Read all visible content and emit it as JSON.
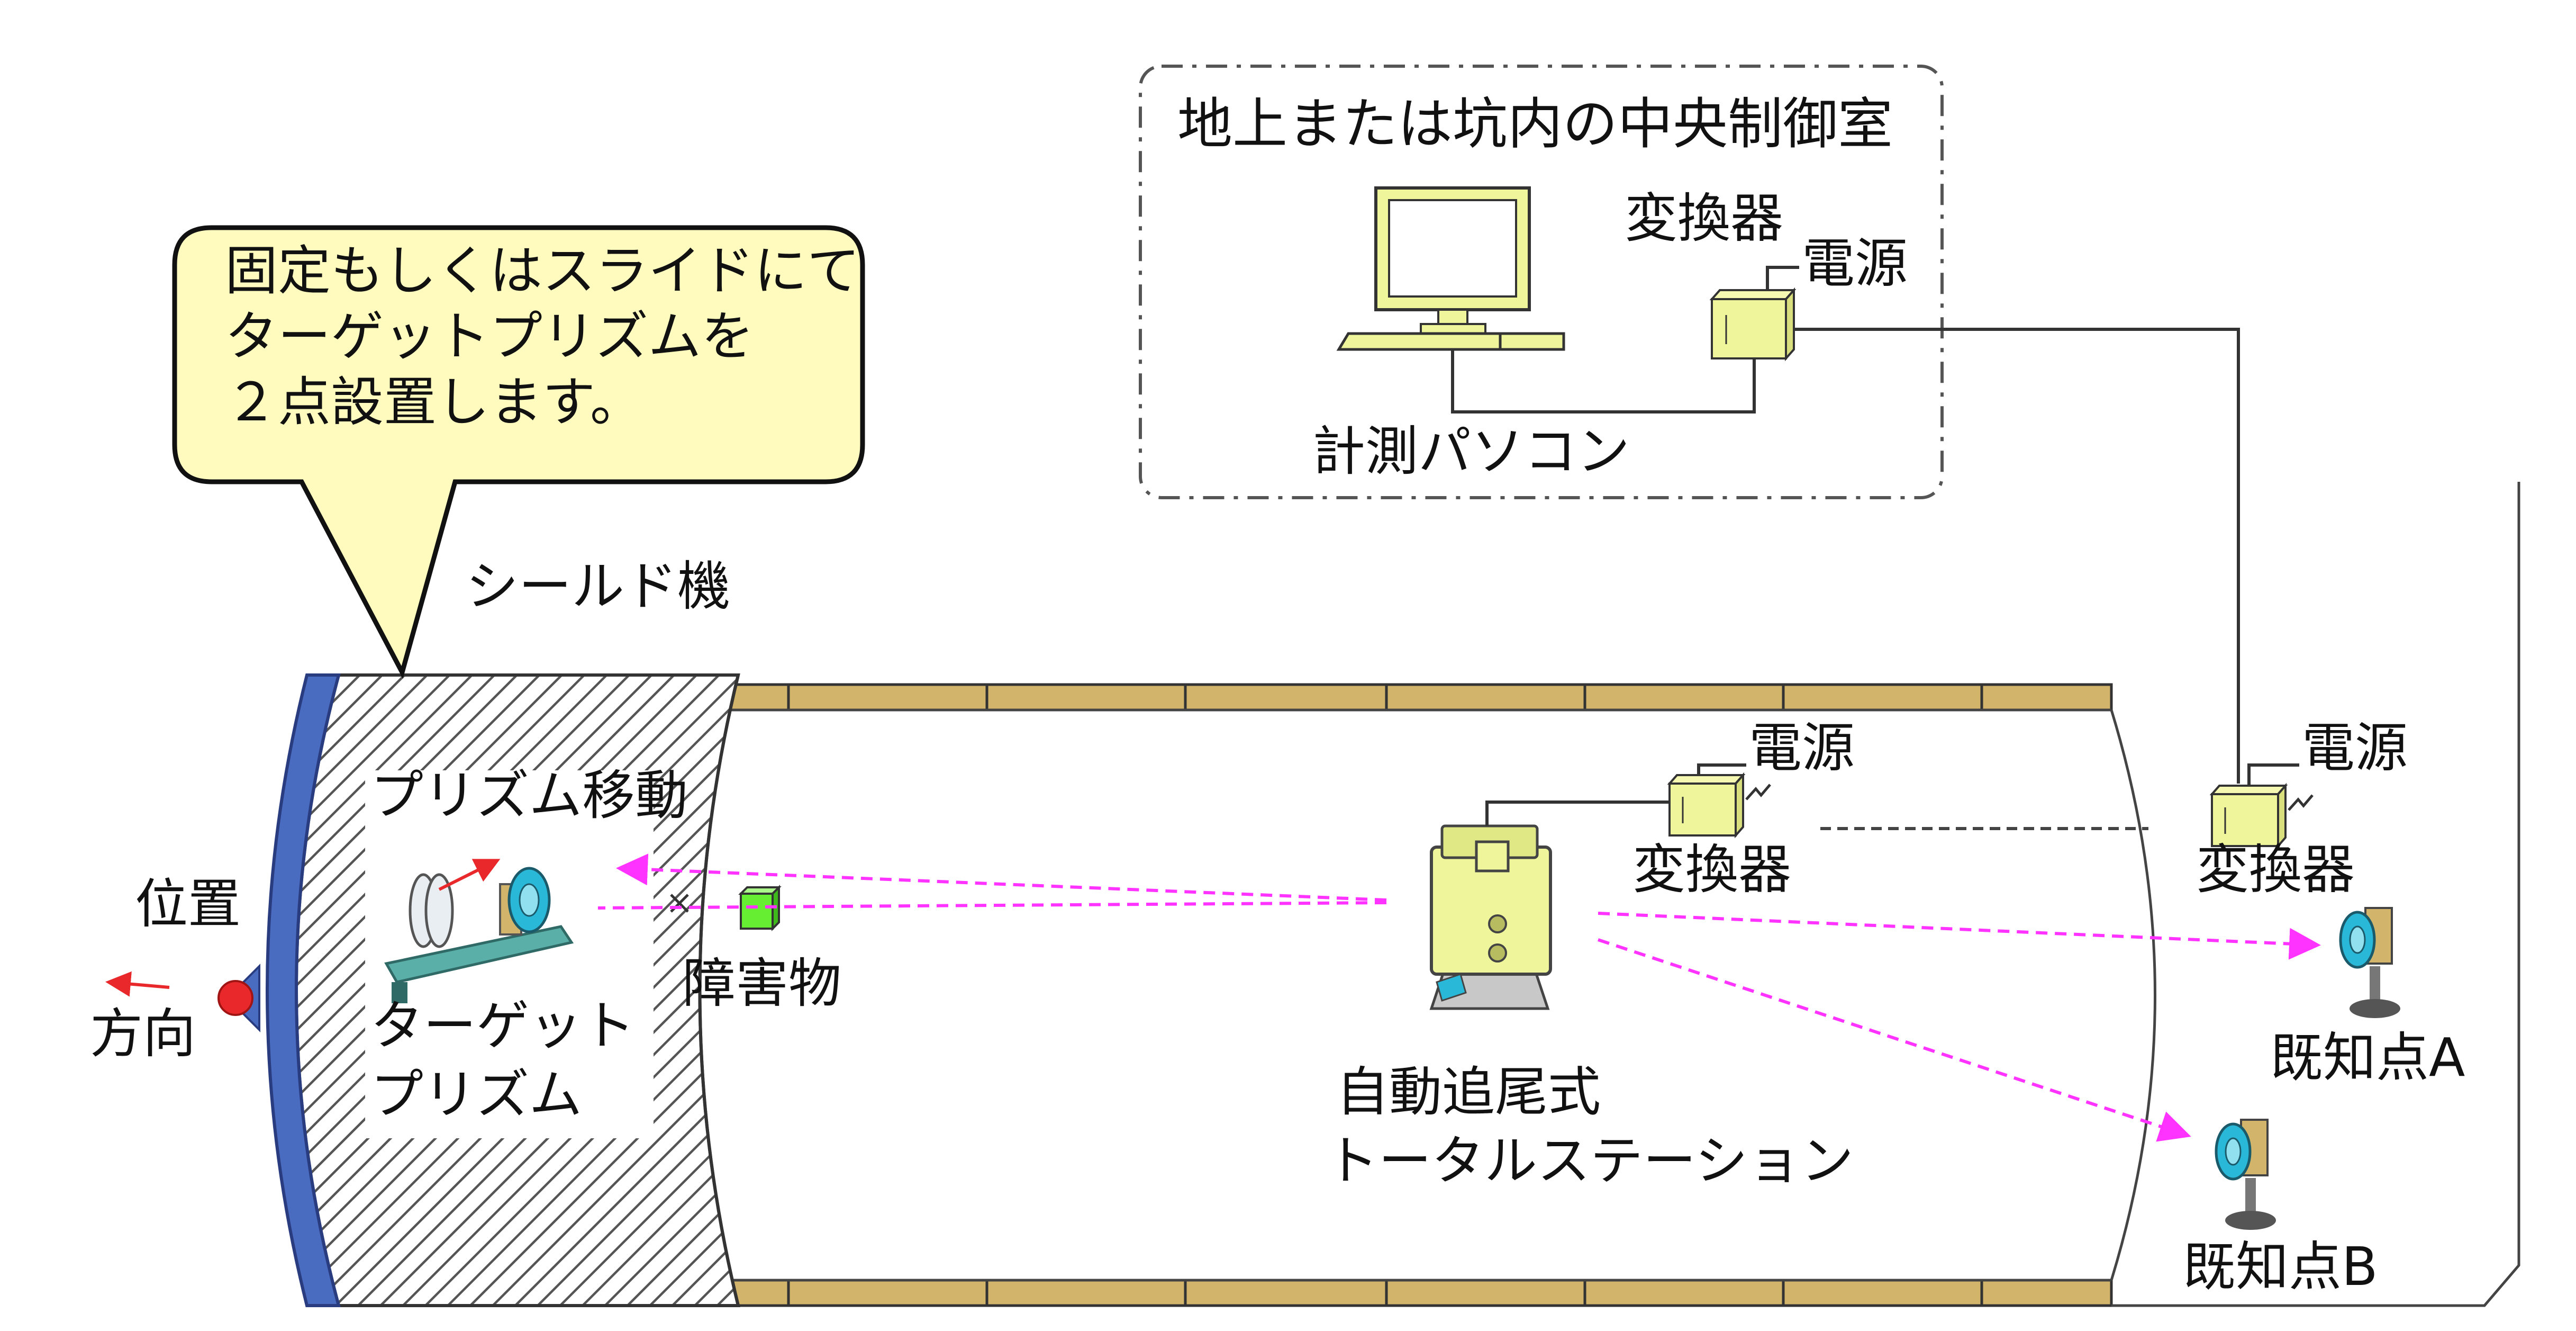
{
  "control_room": {
    "title": "地上または坑内の中央制御室",
    "converter": "変換器",
    "power": "電源",
    "pc": "計測パソコン"
  },
  "callout": {
    "lines": [
      "固定もしくはスライドにて",
      "ターゲットプリズムを",
      "２点設置します。"
    ]
  },
  "shield": {
    "name": "シールド機",
    "position": "位置",
    "direction": "方向",
    "prism_move": "プリズム移動",
    "target_prism_1": "ターゲット",
    "target_prism_2": "プリズム",
    "obstacle": "障害物"
  },
  "tunnel": {
    "power_1": "電源",
    "converter_1": "変換器",
    "power_2": "電源",
    "converter_2": "変換器",
    "station_1": "自動追尾式",
    "station_2": "トータルステーション",
    "known_a": "既知点A",
    "known_b": "既知点B"
  },
  "colors": {
    "laser": "#ff33ff",
    "shield_face": "#4a6cc0",
    "segment": "#d2b56a",
    "callout_fill": "#fffbbe",
    "equipment": "#eef59a",
    "obstacle": "#66ee33",
    "marker": "#e8282a"
  }
}
